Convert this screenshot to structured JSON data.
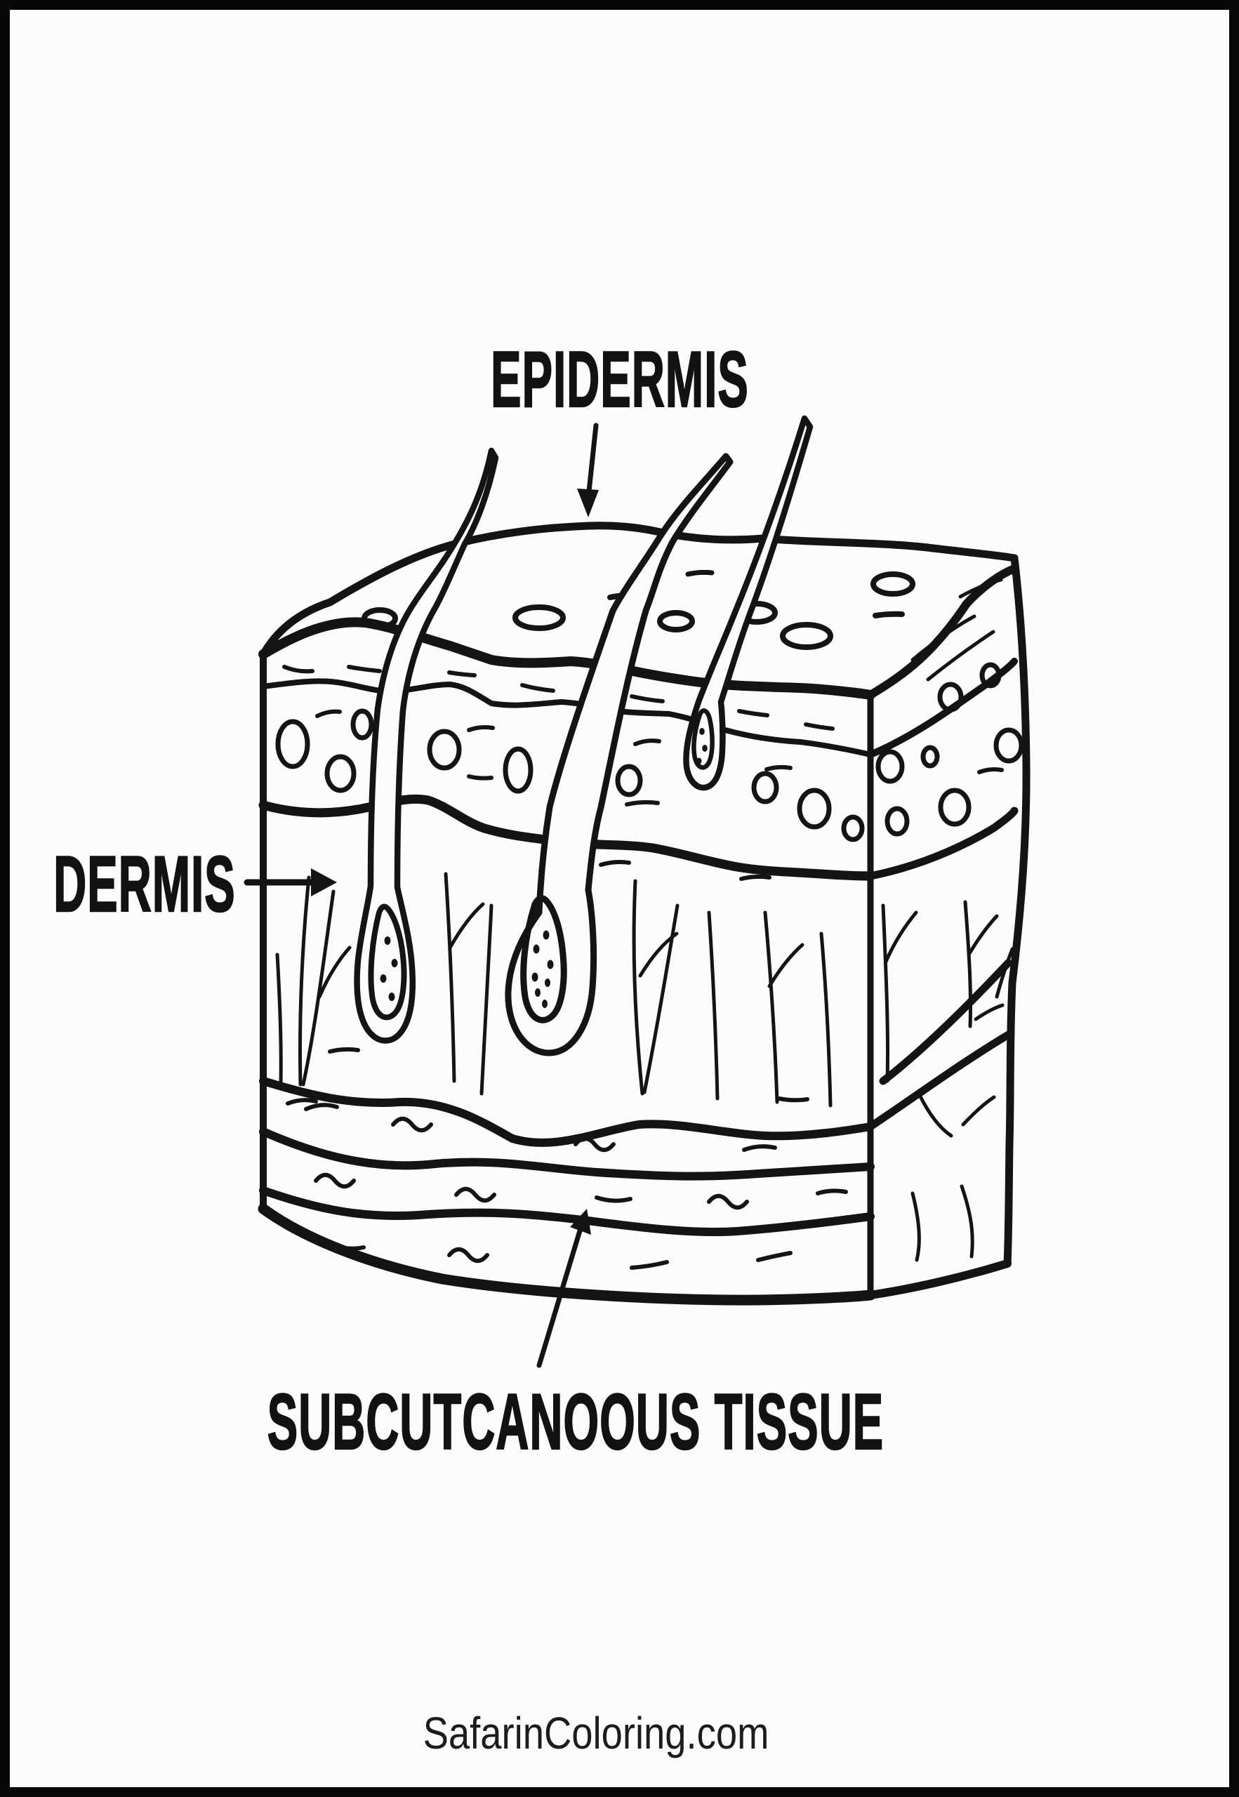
{
  "page": {
    "background_color": "#fcfcfd",
    "border_color": "#070707",
    "ink_color": "#141414"
  },
  "labels": {
    "epidermis": "EPIDERMIS",
    "dermis": "DERMIS",
    "subcutaneous": "SUBCUTCANOOUS TISSUE"
  },
  "watermark": {
    "text": "SafarinColoring.com"
  },
  "diagram": {
    "subject": "skin cross-section block",
    "layer_names": [
      "epidermis",
      "dermis",
      "subcutaneous tissue"
    ],
    "features": [
      "hair-shafts",
      "hair-follicles",
      "pore-ovals",
      "cell-circles",
      "vessel-branches",
      "fat-wave-lines"
    ]
  }
}
